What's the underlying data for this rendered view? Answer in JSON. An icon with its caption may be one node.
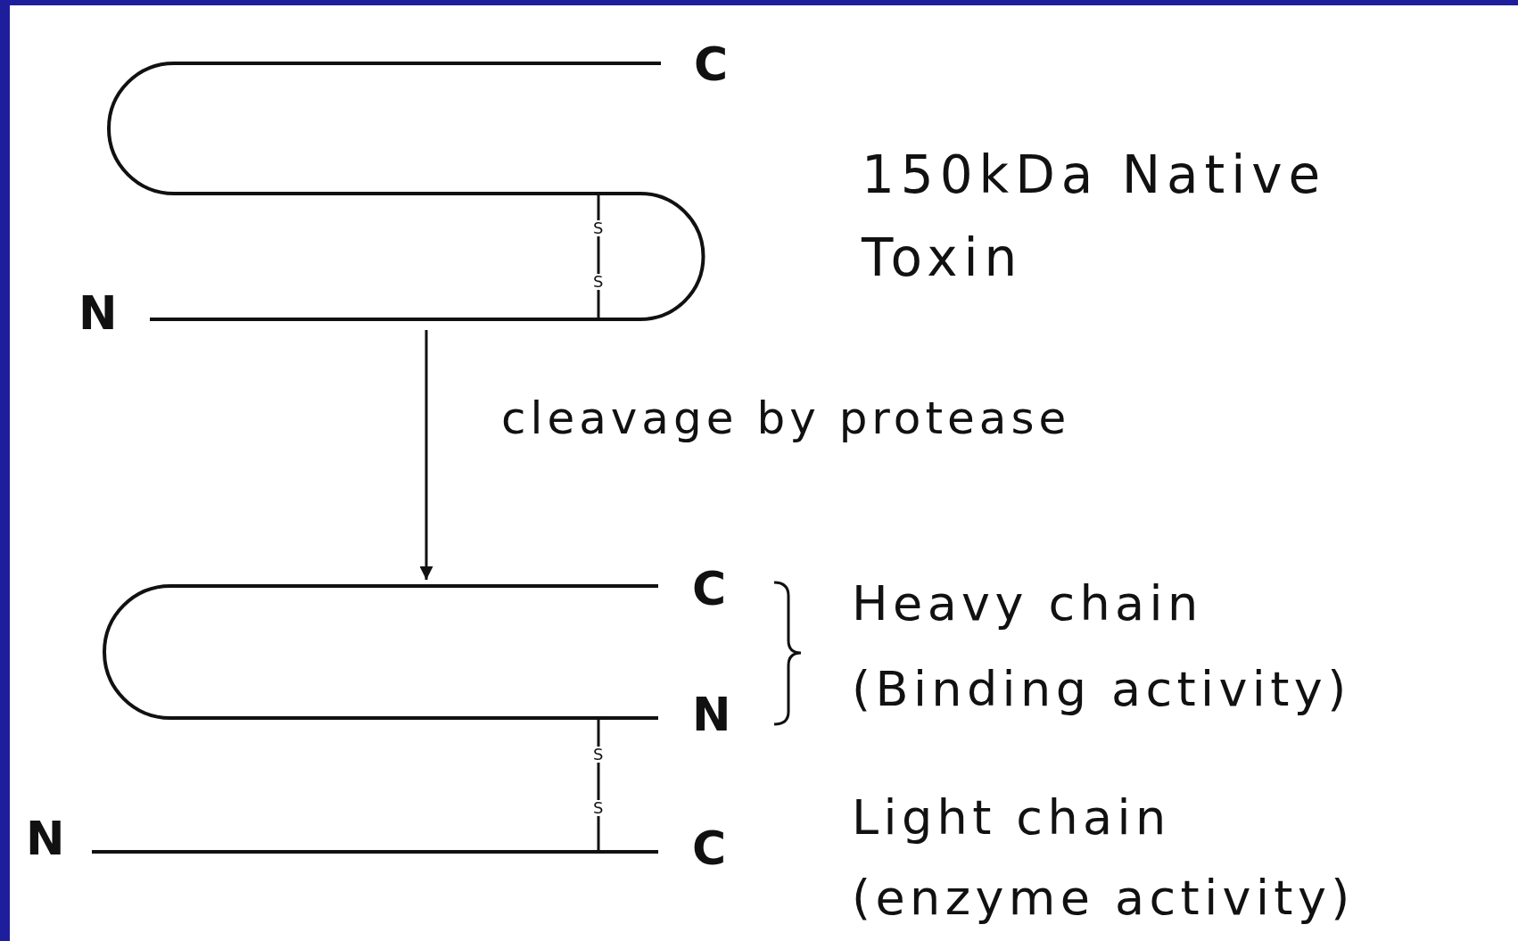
{
  "diagram": {
    "nodes": [
      {
        "text": [],
        "shape": "picture",
        "beside": [
          "150kDa Native Toxin"
        ]
      },
      {
        "text": [],
        "shape": "picture"
      }
    ],
    "edges": [
      {
        "from": 0,
        "to": 1,
        "arrow": "to",
        "label": "cleavage by protease"
      }
    ],
    "labels": [
      "C",
      "N",
      "S",
      "S",
      "C",
      "Heavy chain",
      "N",
      "(Binding activity)",
      "S",
      "S",
      "N",
      "C",
      "Light chain",
      "(enzyme activity)"
    ]
  }
}
